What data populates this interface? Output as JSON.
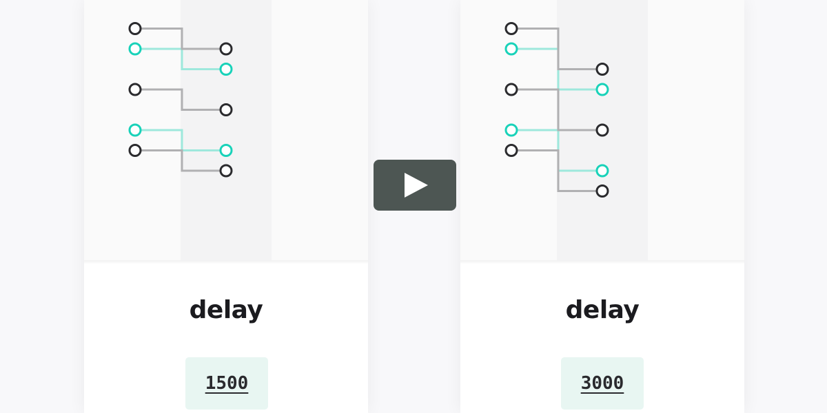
{
  "colors": {
    "line_dark": "#b0b0b2",
    "line_teal": "#9ee8dc",
    "node_dark": "#2b2b2e",
    "node_teal": "#19d2b9"
  },
  "play_icon": "play-icon",
  "panels": [
    {
      "operator": "delay",
      "value": "1500",
      "marbles": [
        {
          "color": "dark",
          "input_row": 1,
          "output_row": 2
        },
        {
          "color": "teal",
          "input_row": 2,
          "output_row": 3
        },
        {
          "color": "dark",
          "input_row": 4,
          "output_row": 5
        },
        {
          "color": "teal",
          "input_row": 6,
          "output_row": 7
        },
        {
          "color": "dark",
          "input_row": 7,
          "output_row": 8
        }
      ]
    },
    {
      "operator": "delay",
      "value": "3000",
      "marbles": [
        {
          "color": "dark",
          "input_row": 1,
          "output_row": 3
        },
        {
          "color": "teal",
          "input_row": 2,
          "output_row": 4
        },
        {
          "color": "dark",
          "input_row": 4,
          "output_row": 6
        },
        {
          "color": "teal",
          "input_row": 6,
          "output_row": 8
        },
        {
          "color": "dark",
          "input_row": 7,
          "output_row": 9
        }
      ]
    }
  ]
}
